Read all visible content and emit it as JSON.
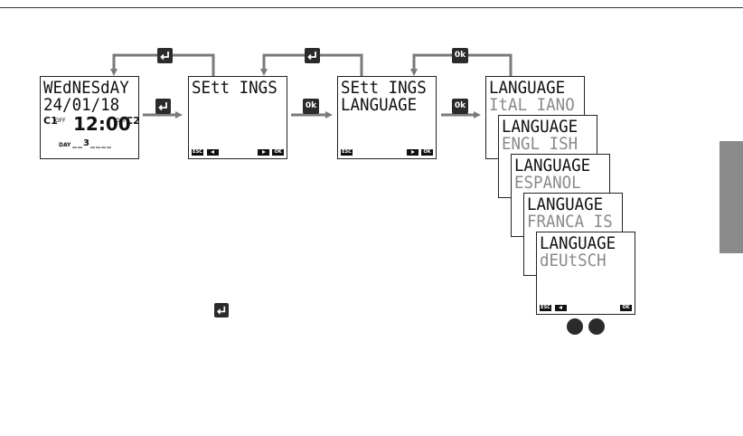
{
  "screens": {
    "home": {
      "line1": "WEdNESdAY",
      "line2": "24/01/18",
      "channel1": "C1",
      "off1": "OFF",
      "time": "12:00",
      "off2": "OFF",
      "channel2": "C2",
      "day_label": "DAY",
      "day_value": "__3____"
    },
    "settings": {
      "line1": "SEtt INGS",
      "esc": "ESC",
      "ok": "OK"
    },
    "settings_language": {
      "line1": "SEtt INGS",
      "line2": "LANGUAGE",
      "esc": "ESC",
      "ok": "OK"
    },
    "languages": [
      {
        "title": "LANGUAGE",
        "value": "ItAL IANO"
      },
      {
        "title": "LANGUAGE",
        "value": "ENGL ISH"
      },
      {
        "title": "LANGUAGE",
        "value": "ESPANOL"
      },
      {
        "title": "LANGUAGE",
        "value": "FRANCA IS"
      },
      {
        "title": "LANGUAGE",
        "value": "dEUtSCH",
        "esc": "ESC",
        "ok": "OK"
      }
    ]
  },
  "keys": {
    "enter_icon": "enter-icon",
    "ok_label": "0k"
  },
  "colors": {
    "arrow": "#7a7a7a",
    "key": "#2b2b2b",
    "dim_text": "#8a8a8a",
    "side_tab": "#8a8a8a"
  }
}
